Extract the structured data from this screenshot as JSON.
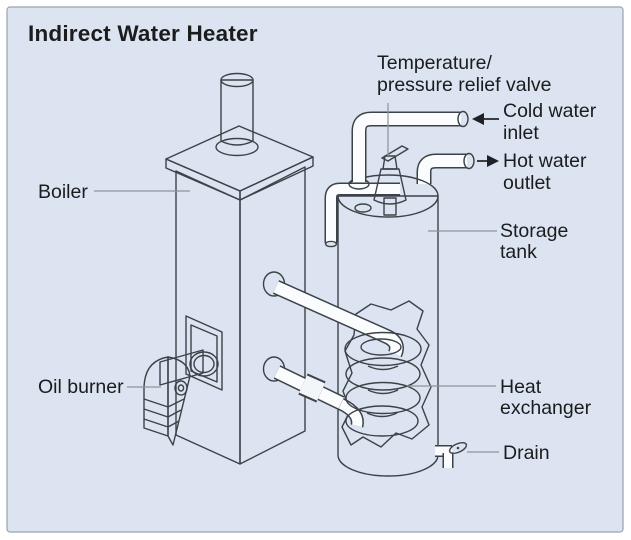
{
  "title": "Indirect Water Heater",
  "colors": {
    "panel_bg": "#dbe4f0",
    "panel_border": "#9aa2ac",
    "outline": "#3d4248",
    "cutaway_gray": "#c9cbce",
    "pipe_cap_gray": "#8e9094",
    "leader_line": "#8e939a",
    "text": "#1b1c1e"
  },
  "labels": {
    "boiler": "Boiler",
    "oil_burner": "Oil burner",
    "relief_valve": [
      "Temperature/",
      "pressure relief valve"
    ],
    "cold_inlet": [
      "Cold water",
      "inlet"
    ],
    "hot_outlet": [
      "Hot water",
      "outlet"
    ],
    "storage_tank": [
      "Storage",
      "tank"
    ],
    "heat_exchanger": [
      "Heat",
      "exchanger"
    ],
    "drain": "Drain"
  }
}
